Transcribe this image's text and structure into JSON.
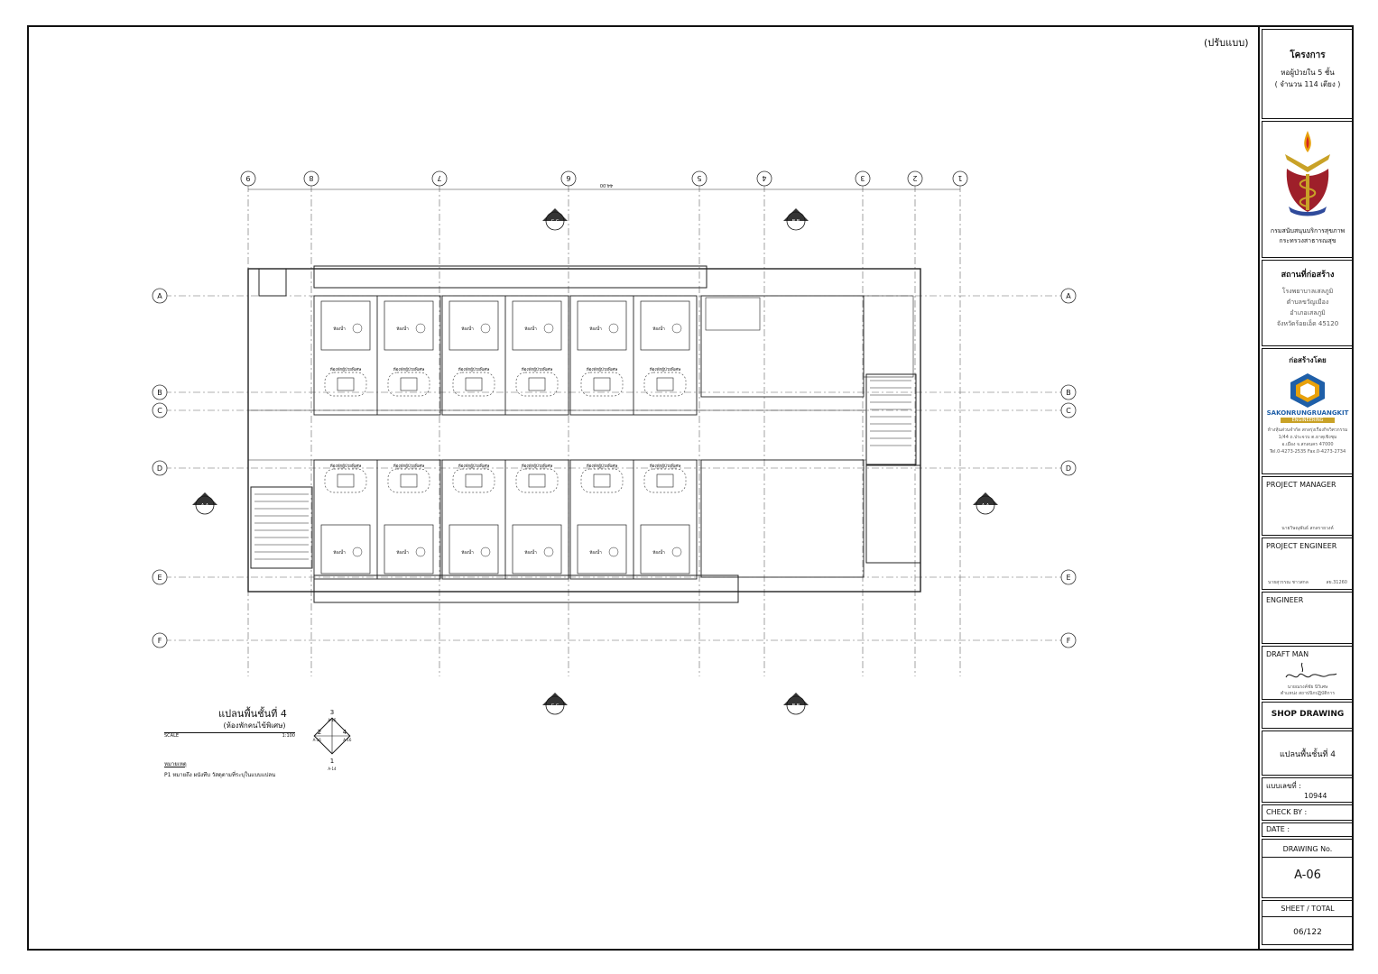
{
  "revision_note": "(ปรับแบบ)",
  "plan": {
    "title": "แปลนพื้นชั้นที่  4",
    "subtitle": "(ห้องพักคนไข้พิเศษ)",
    "scale_label": "SCALE",
    "scale_value": "1:100",
    "legend_heading": "หมายเหตุ",
    "legend_item": "P1  หมายถึง   ผนังทึบ  วัสดุตามที่ระบุในแบบแปลน",
    "key_plan_numbers": [
      "3",
      "2",
      "4",
      "1"
    ],
    "key_plan_refs": [
      "A-15",
      "A-16",
      "A-16",
      "A-14"
    ],
    "grid_columns": [
      "9",
      "8",
      "7",
      "6",
      "5",
      "4",
      "3",
      "2",
      "1"
    ],
    "grid_rows": [
      "A",
      "B",
      "C",
      "D",
      "E",
      "F"
    ],
    "overall_dimension": "44.00",
    "room_label": "ห้องพักผู้ป่วยพิเศษ",
    "toilet_label": "ห้องน้ำ",
    "section_tags": [
      "C-C",
      "B-B",
      "A-A",
      "A-A",
      "C-C",
      "B-B"
    ]
  },
  "title_block": {
    "project_heading": "โครงการ",
    "project_name": "หอผู้ป่วยใน 5 ชั้น",
    "project_beds": "( จำนวน 114 เตียง )",
    "dept_line1": "กรมสนับสนุนบริการสุขภาพ",
    "dept_line2": "กระทรวงสาธารณสุข",
    "site_heading": "สถานที่ก่อสร้าง",
    "site_line1": "โรงพยาบาลเสลภูมิ",
    "site_line2": "ตำบลขวัญเมือง",
    "site_line3": "อำเภอเสลภูมิ",
    "site_line4": "จังหวัดร้อยเอ็ด 45120",
    "builder_heading": "ก่อสร้างโดย",
    "company_name": "SAKONRUNGRUANGKIT",
    "company_sub": "ENGINEERING",
    "company_line1": "ห้างหุ้นส่วนจำกัด สกลรุ่งเรืองกิจวิศวกรรม",
    "company_line2": "1/44 ถ.ประจวบ ต.ธาตุเชิงชุม",
    "company_line3": "อ.เมือง จ.สกลนคร 47000",
    "company_line4": "Tel.0-4273-2535  Fax.0-4273-2734",
    "pm_label": "PROJECT MANAGER",
    "pm_name": "นายวิษณุพันธ์  สกลรายวงค์",
    "pe_label": "PROJECT ENGINEER",
    "pe_name": "นายสุวรรณ  ชาวสกล",
    "pe_code": "สย.31260",
    "engineer_label": "ENGINEER",
    "draft_label": "DRAFT MAN",
    "draft_name": "นายณรงค์ชัย  นิวิเศษ",
    "draft_title": "ตำแหน่ง สถาปนิกปฏิบัติการ",
    "shop_drawing": "SHOP DRAWING",
    "sheet_title": "แปลนพื้นชั้นที่ 4",
    "drawing_no_label": "แบบเลขที่ :",
    "drawing_no_value": "10944",
    "check_by": "CHECK BY :",
    "date": "DATE :",
    "drawing_no_heading": "DRAWING  No.",
    "drawing_code": "A-06",
    "sheet_total_label": "SHEET / TOTAL",
    "sheet_total_value": "06/122"
  }
}
